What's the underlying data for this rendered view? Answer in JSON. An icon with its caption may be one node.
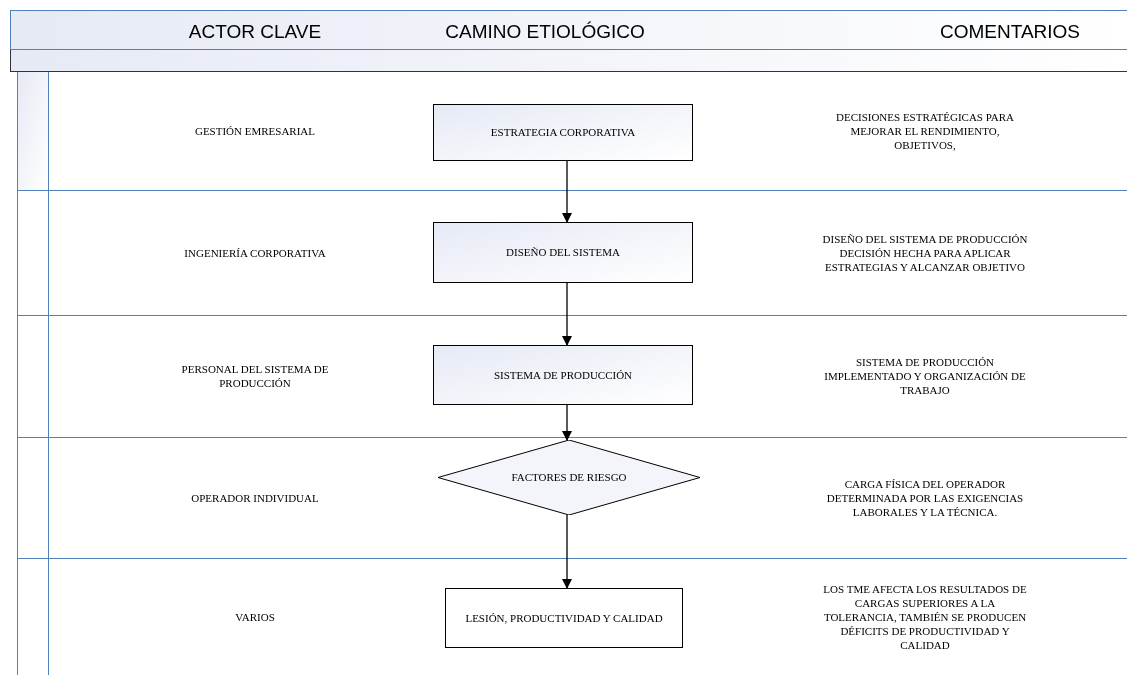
{
  "diagram": {
    "nodes": [
      {
        "text": [
          "ESTRATEGIA CORPORATIVA"
        ]
      },
      {
        "text": [
          "DISEÑO DEL SISTEMA"
        ]
      },
      {
        "text": [
          "SISTEMA DE PRODUCCIÓN"
        ]
      },
      {
        "text": [
          "FACTORES DE RIESGO"
        ]
      },
      {
        "text": [
          "LESIÓN, PRODUCTIVIDAD Y CALIDAD"
        ]
      }
    ],
    "edges": [
      {
        "from": 0,
        "to": 1,
        "arrow": "to"
      },
      {
        "from": 1,
        "to": 2,
        "arrow": "to"
      },
      {
        "from": 2,
        "to": 3,
        "arrow": "to"
      },
      {
        "from": 3,
        "to": 4,
        "arrow": "to"
      }
    ],
    "labels": [
      "ACTOR CLAVE",
      "CAMINO ETIOLÓGICO",
      "COMENTARIOS",
      "GESTIÓN  EMRESARIAL",
      "DECISIONES ESTRATÉGICAS PARA MEJORAR EL RENDIMIENTO, OBJETIVOS,",
      "INGENIERÍA CORPORATIVA",
      "DISEÑO DEL SISTEMA DE PRODUCCIÓN DECISIÓN HECHA PARA APLICAR ESTRATEGIAS Y ALCANZAR OBJETIVO",
      "PERSONAL DEL SISTEMA DE PRODUCCIÓN",
      "SISTEMA DE PRODUCCIÓN IMPLEMENTADO Y ORGANIZACIÓN DE TRABAJO",
      "OPERADOR INDIVIDUAL",
      "CARGA FÍSICA DEL OPERADOR DETERMINADA POR LAS EXIGENCIAS LABORALES Y LA TÉCNICA.",
      "VARIOS",
      "LOS TME AFECTA LOS RESULTADOS DE CARGAS SUPERIORES A LA TOLERANCIA, TAMBIÉN SE PRODUCEN DÉFICITS DE PRODUCTIVIDAD Y CALIDAD"
    ]
  }
}
